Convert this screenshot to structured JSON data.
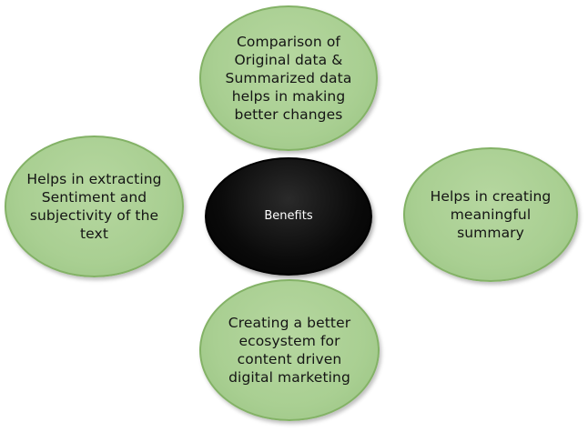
{
  "center": {
    "label": "Benefits"
  },
  "benefits": [
    {
      "label": "Comparison of Original data & Summarized data helps in making better changes"
    },
    {
      "label": "Helps in extracting Sentiment and subjectivity of the text"
    },
    {
      "label": "Helps in creating meaningful summary"
    },
    {
      "label": "Creating a better ecosystem for content driven digital marketing"
    }
  ],
  "colors": {
    "benefit_fill": "#a9cf92",
    "benefit_border": "#83b266",
    "center_fill": "#000000",
    "center_text": "#ffffff"
  }
}
